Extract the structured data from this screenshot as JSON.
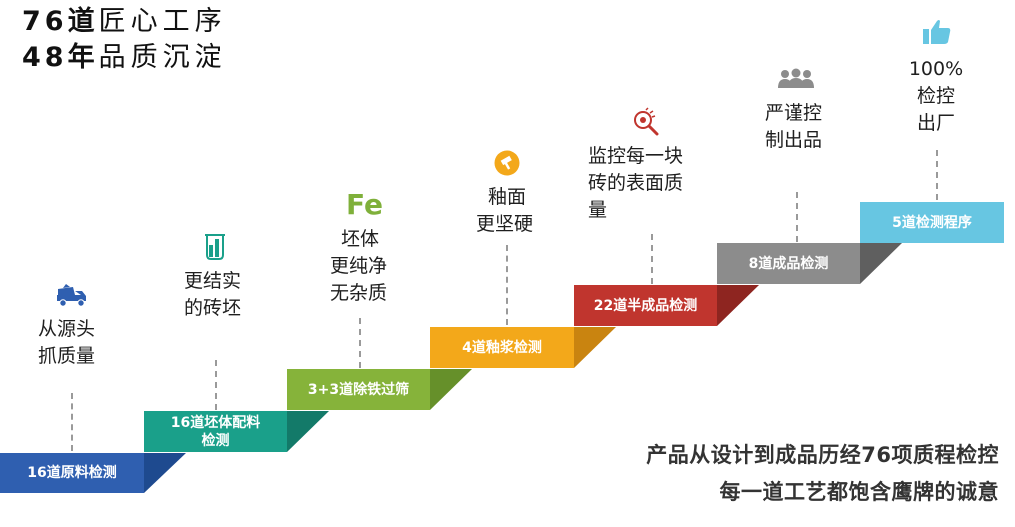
{
  "header": {
    "line1_num": "76",
    "line1_bold": "道",
    "line1_rest": "匠心工序",
    "line2_num": "48",
    "line2_bold": "年",
    "line2_rest": "品质沉淀"
  },
  "steps": [
    {
      "label": "16道原料检测",
      "desc": [
        "从源头",
        "抓质量"
      ],
      "icon": "truck-icon",
      "color": "#2f5fb0"
    },
    {
      "label_lines": [
        "16道坯体配料",
        "检测"
      ],
      "desc": [
        "更结实",
        "的砖坯"
      ],
      "icon": "test-tube-icon",
      "color": "#1aa08a"
    },
    {
      "label": "3+3道除铁过筛",
      "desc": [
        "坯体",
        "更纯净",
        "无杂质"
      ],
      "icon": "Fe",
      "color": "#86b33a"
    },
    {
      "label": "4道釉浆检测",
      "desc": [
        "釉面",
        "更坚硬"
      ],
      "icon": "hammer-icon",
      "color": "#f3a81a"
    },
    {
      "label": "22道半成品检测",
      "desc": [
        "监控每一块",
        "砖的表面质",
        "量"
      ],
      "icon": "magnifier-icon",
      "color": "#c0352e"
    },
    {
      "label": "8道成品检测",
      "desc": [
        "严谨控",
        "制出品"
      ],
      "icon": "people-icon",
      "color": "#8c8c8c"
    },
    {
      "label": "5道检测程序",
      "desc": [
        "100%",
        "检控",
        "出厂"
      ],
      "icon": "thumbs-up-icon",
      "color": "#67c6e2"
    }
  ],
  "taglines": [
    "产品从设计到成品历经76项质程检控",
    "每一道工艺都饱含鹰牌的诚意"
  ]
}
